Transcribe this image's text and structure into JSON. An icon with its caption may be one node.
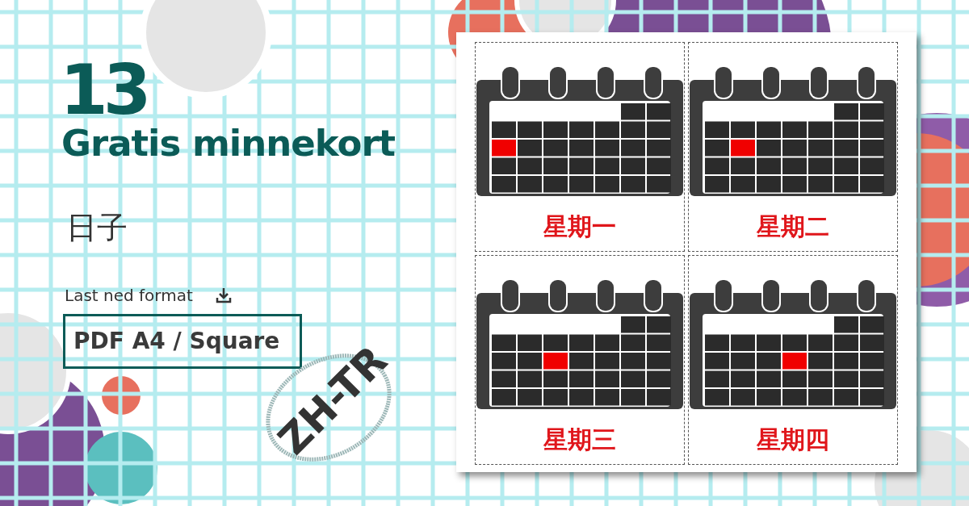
{
  "diagram": {
    "nodes": [
      {
        "text": [
          "星期一"
        ]
      },
      {
        "text": [
          "星期二"
        ]
      },
      {
        "text": [
          "星期三"
        ]
      },
      {
        "text": [
          "星期四"
        ]
      },
      {
        "text": [
          "PDF A4 / Square"
        ],
        "beside": [
          "Last ned format"
        ]
      }
    ],
    "labels": [
      "13",
      "Gratis minnekort",
      "日子",
      "ZH-TR"
    ]
  }
}
